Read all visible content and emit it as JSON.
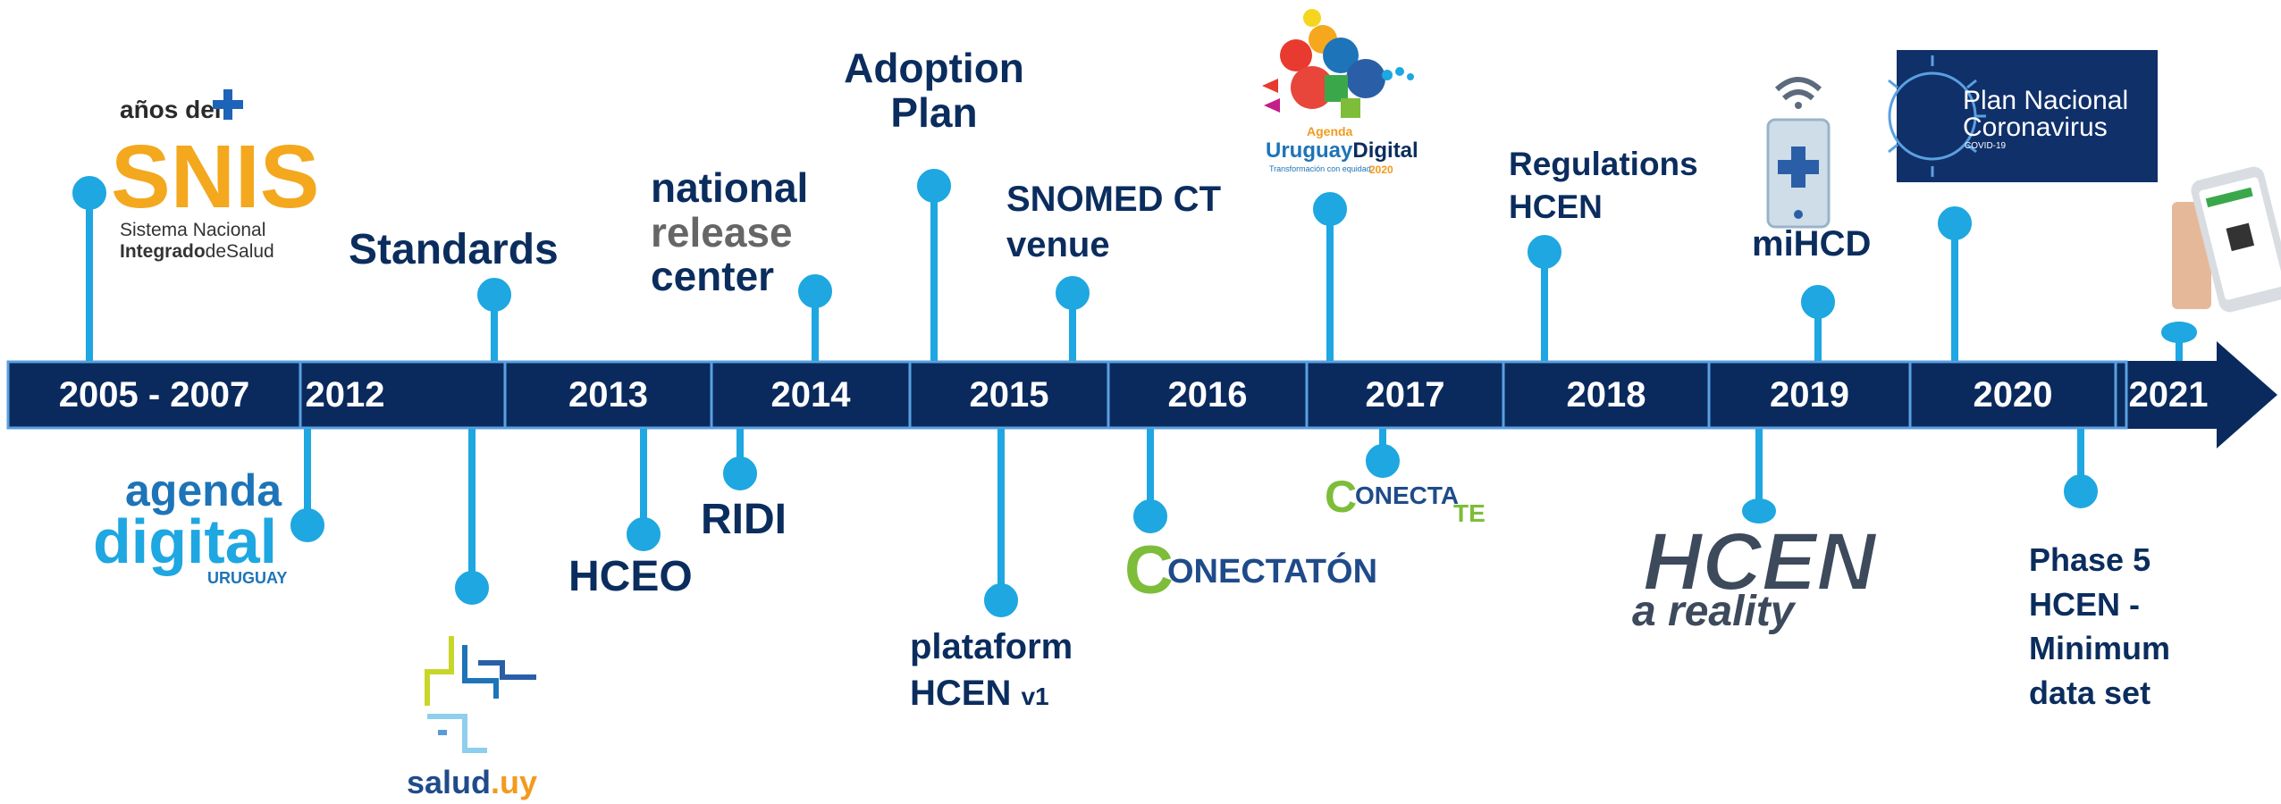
{
  "years": [
    "2005 - 2007",
    "2012",
    "2013",
    "2014",
    "2015",
    "2016",
    "2017",
    "2018",
    "2019",
    "2020",
    "2021"
  ],
  "events_above": {
    "standards": "Standards",
    "national_release_center": [
      "national",
      "release",
      "center"
    ],
    "adoption_plan": [
      "Adoption",
      "Plan"
    ],
    "snomed_ct_venue": [
      "SNOMED CT",
      "venue"
    ],
    "regulations_hcen": [
      "Regulations",
      "HCEN"
    ],
    "mihcd": "miHCD"
  },
  "events_below": {
    "hceo": "HCEO",
    "ridi": "RIDI",
    "plataform_hcen": [
      "plataform",
      "HCEN",
      "v1"
    ],
    "phase5": [
      "Phase 5",
      "HCEN -",
      "Minimum",
      "data set"
    ]
  },
  "logos": {
    "snis": {
      "top": "años del",
      "big": "SNIS",
      "line1": "Sistema Nacional",
      "line2_bold": "Integrado",
      "line2_rest": "deSalud"
    },
    "agenda_digital": {
      "line1": "agenda",
      "line2": "digital",
      "line3": "URUGUAY"
    },
    "salud_uy": {
      "text": "salud",
      "suffix": ".uy"
    },
    "agenda_uruguay_digital": {
      "line1": "Agenda",
      "line2a": "Uruguay",
      "line2b": "Digital",
      "line3": "Transformación con equidad",
      "year": "2020"
    },
    "conectaton": {
      "letter": "C",
      "text": "ONECTATÓN"
    },
    "conecta_te": {
      "letter": "C",
      "text": "ONECTA",
      "suffix": "TE"
    },
    "hcen_reality": {
      "line1": "HCEN",
      "line2": "a reality"
    },
    "plan_coronavirus": {
      "line1": "Plan Nacional",
      "line2": "Coronavirus",
      "line3": "COVID-19"
    }
  },
  "colors": {
    "bar": "#0a2a5e",
    "divider": "#5aa0e0",
    "stem": "#1ea7e1",
    "label": "#0b2d5e",
    "gray": "#666666"
  }
}
